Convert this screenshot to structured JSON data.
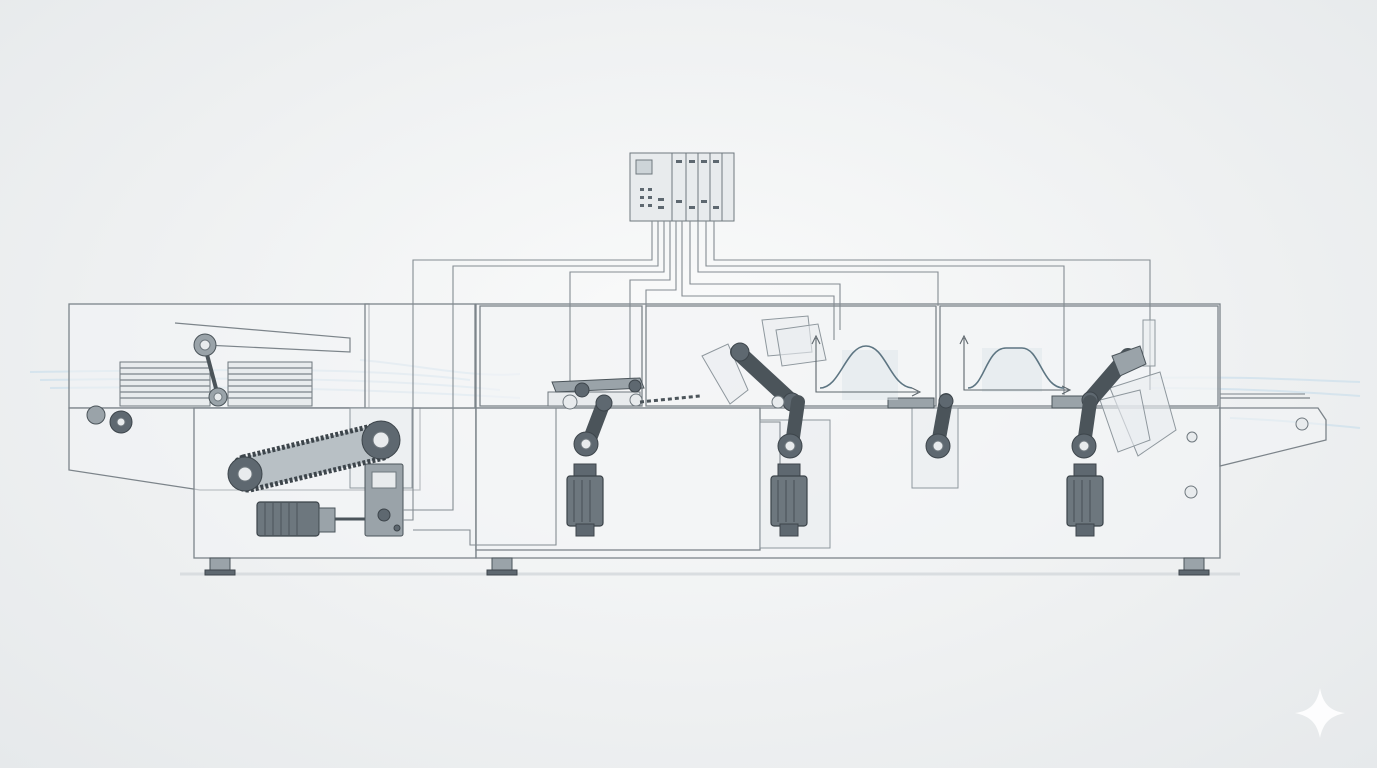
{
  "diagram": {
    "colors": {
      "background": "#eef0f1",
      "line": "#7c848a",
      "component_dark": "#5e6870",
      "airflow": "#cfe1ec",
      "profile_curve": "#5d7582"
    },
    "components": [
      "plc-controller",
      "sheet-feeder",
      "belt-drive",
      "main-motor",
      "junction-box",
      "folding-station-1",
      "folding-station-2",
      "folding-station-3",
      "folding-station-4",
      "servo-motor",
      "motion-profile-chart",
      "outfeed-conveyor"
    ],
    "icons": [
      "sparkle-icon"
    ]
  }
}
